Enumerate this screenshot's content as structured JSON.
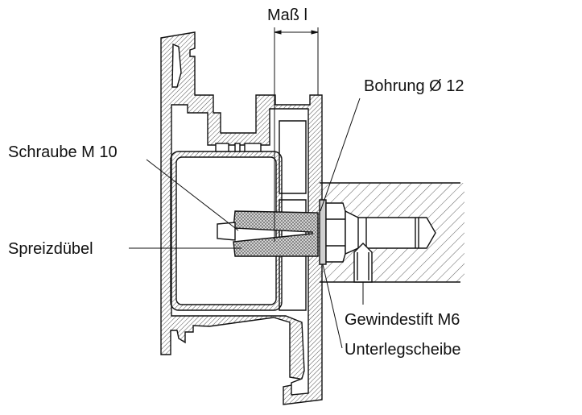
{
  "labels": {
    "dimension": "Maß l",
    "bore": "Bohrung Ø 12",
    "screw": "Schraube M 10",
    "dowel": "Spreizdübel",
    "set_screw": "Gewindestift M6",
    "washer": "Unterlegscheibe"
  },
  "colors": {
    "line": "#111111",
    "washer": "#d0d0d0"
  }
}
